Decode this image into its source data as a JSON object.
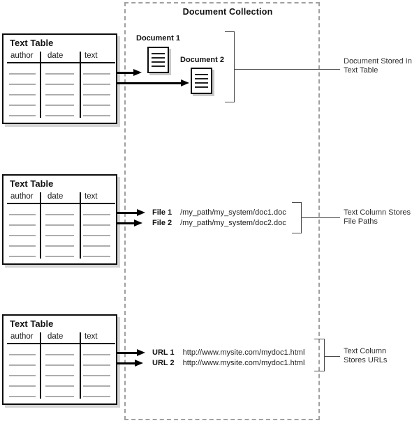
{
  "title": "Document Collection",
  "tables": [
    {
      "title": "Text Table",
      "columns": [
        "author",
        "date",
        "text"
      ],
      "empty_rows": 5
    },
    {
      "title": "Text Table",
      "columns": [
        "author",
        "date",
        "text"
      ],
      "empty_rows": 5
    },
    {
      "title": "Text Table",
      "columns": [
        "author",
        "date",
        "text"
      ],
      "empty_rows": 5
    }
  ],
  "documents": [
    {
      "label": "Document 1"
    },
    {
      "label": "Document 2"
    }
  ],
  "files": [
    {
      "label": "File 1",
      "path": "/my_path/my_system/doc1.doc"
    },
    {
      "label": "File 2",
      "path": "/my_path/my_system/doc2.doc"
    }
  ],
  "urls": [
    {
      "label": "URL 1",
      "url": "http://www.mysite.com/mydoc1.html"
    },
    {
      "label": "URL 2",
      "url": "http://www.mysite.com/mydoc1.html"
    }
  ],
  "annotations": [
    {
      "line1": "Document Stored In",
      "line2": "Text Table"
    },
    {
      "line1": "Text Column Stores",
      "line2": "File Paths"
    },
    {
      "line1": "Text Column",
      "line2": "Stores URLs"
    }
  ],
  "colors": {
    "line_black": "#000000",
    "table_border": "#0c0c0c",
    "table_shadow": "#d4d4d4",
    "empty_row_gray": "#adadad",
    "dashed_border_gray": "#a0a0a0",
    "bracket_gray": "#4a4a4a"
  }
}
